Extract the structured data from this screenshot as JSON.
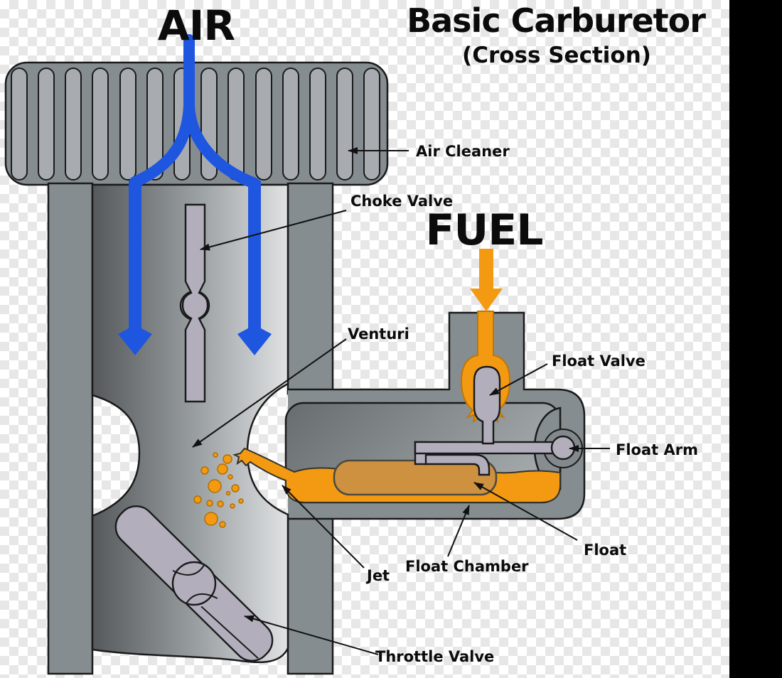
{
  "header": {
    "title": "Basic Carburetor",
    "subtitle": "(Cross Section)"
  },
  "flows": {
    "air": {
      "label": "AIR",
      "color": "#1E56E0"
    },
    "fuel": {
      "label": "FUEL",
      "color": "#F49A12"
    }
  },
  "labels": {
    "air_cleaner": "Air Cleaner",
    "choke_valve": "Choke Valve",
    "venturi": "Venturi",
    "float_valve": "Float Valve",
    "float_arm": "Float Arm",
    "float": "Float",
    "float_chamber": "Float Chamber",
    "jet": "Jet",
    "throttle_valve": "Throttle Valve"
  },
  "colors": {
    "wall_gray": "#868D90",
    "slot_gray": "#A8ACB0",
    "valve_gray": "#B2AEBC",
    "fuel_orange": "#F49A12",
    "air_blue": "#1E56E0",
    "outline_black": "#1a1a1a",
    "side_bar_black": "#000000"
  }
}
